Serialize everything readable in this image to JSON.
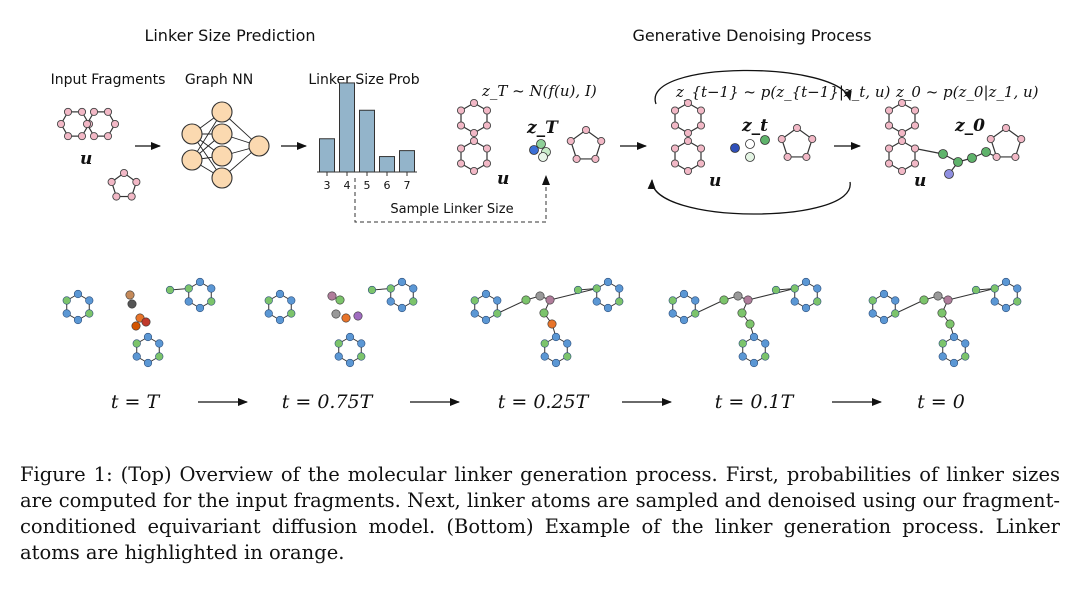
{
  "figure": {
    "sections": {
      "left_title": "Linker Size Prediction",
      "right_title": "Generative Denoising Process"
    },
    "labels": {
      "input_fragments": "Input Fragments",
      "graph_nn": "Graph NN",
      "linker_size_prob": "Linker Size Prob",
      "sample_linker_size": "Sample Linker Size",
      "u": "u"
    },
    "equations": {
      "z_T_dist": "z_T ~ N(f(u), I)",
      "z_tminus1_dist": "z_{t−1} ~ p(z_{t−1}|z_t, u)",
      "z_0_dist": "z_0 ~ p(z_0|z_1, u)",
      "z_T": "z_T",
      "z_t": "z_t",
      "z_0": "z_0"
    },
    "bottom_steps": [
      "t = T",
      "t = 0.75T",
      "t = 0.25T",
      "t = 0.1T",
      "t = 0"
    ],
    "colors": {
      "fragment_atom": "#f2b8c6",
      "nn_node": "#fbd9b0",
      "bar": "#93b4ca",
      "fragment_blue": "#5b97d4",
      "linker_green": "#7cc46b",
      "linker_orange": "#e8742a"
    }
  },
  "chart_data": {
    "type": "bar",
    "title": "Linker Size Prob",
    "categories": [
      "3",
      "4",
      "5",
      "6",
      "7"
    ],
    "values": [
      0.28,
      0.75,
      0.52,
      0.13,
      0.18
    ],
    "ylim": [
      0,
      0.8
    ],
    "xlabel": "",
    "ylabel": ""
  },
  "caption": {
    "text": "Figure 1: (Top) Overview of the molecular linker generation process. First, probabilities of linker sizes are computed for the input fragments. Next, linker atoms are sampled and denoised using our fragment-conditioned equivariant diffusion model. (Bottom) Example of the linker generation process. Linker atoms are highlighted in orange."
  }
}
